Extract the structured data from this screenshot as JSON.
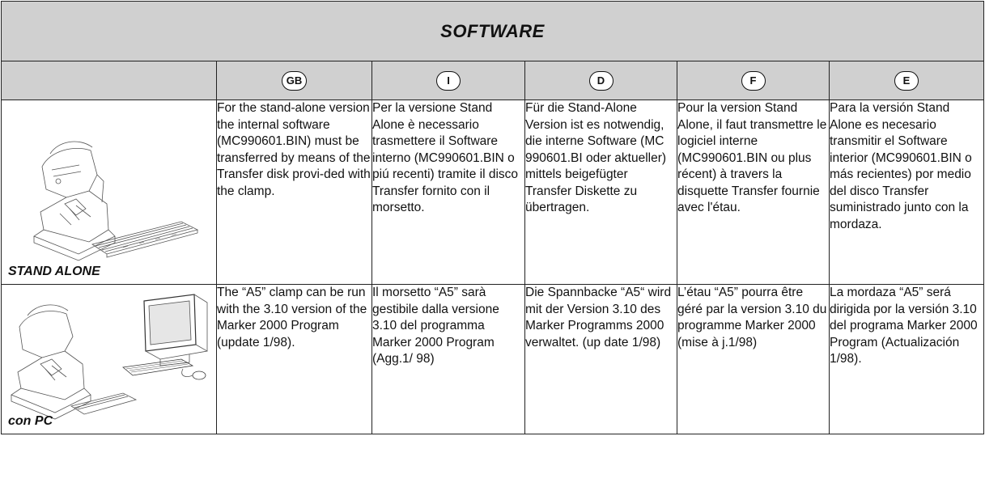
{
  "title": "SOFTWARE",
  "languages": [
    "GB",
    "I",
    "D",
    "F",
    "E"
  ],
  "rows": [
    {
      "label": "STAND ALONE",
      "texts": [
        "For the stand-alone version the internal software (MC990601.BIN) must be transferred by means of the Transfer disk provi-ded with the clamp.",
        "Per la versione Stand Alone è necessario trasmettere il Software interno (MC990601.BIN o piú recenti) tramite il disco Transfer fornito con il morsetto.",
        "Für die Stand-Alone Version ist es notwendig, die interne Software (MC 990601.BI oder aktueller) mittels beigefügter Transfer Diskette zu übertragen.",
        "Pour la version Stand Alone, il faut transmettre le logiciel interne (MC990601.BIN ou plus récent) à travers la disquette Transfer fournie avec l'étau.",
        "Para la versión Stand Alone es necesario transmitir el Software interior (MC990601.BIN o más recientes) por medio del disco Transfer suministrado junto con la mordaza."
      ]
    },
    {
      "label": "con PC",
      "texts": [
        "The “A5” clamp can be run with the 3.10 version of the Marker 2000 Program (update 1/98).",
        "Il morsetto “A5” sarà gestibile dalla versione 3.10 del programma Marker 2000 Program (Agg.1/ 98)",
        "Die Spannbacke “A5“ wird mit der Version 3.10 des Marker Programms 2000 verwaltet. (up date 1/98)",
        "L’étau “A5” pourra être géré par la version 3.10 du programme Marker 2000 (mise à j.1/98)",
        "La mordaza “A5” será dirigida por la versión 3.10 del programa Marker 2000 Program (Actualización 1/98)."
      ]
    }
  ]
}
